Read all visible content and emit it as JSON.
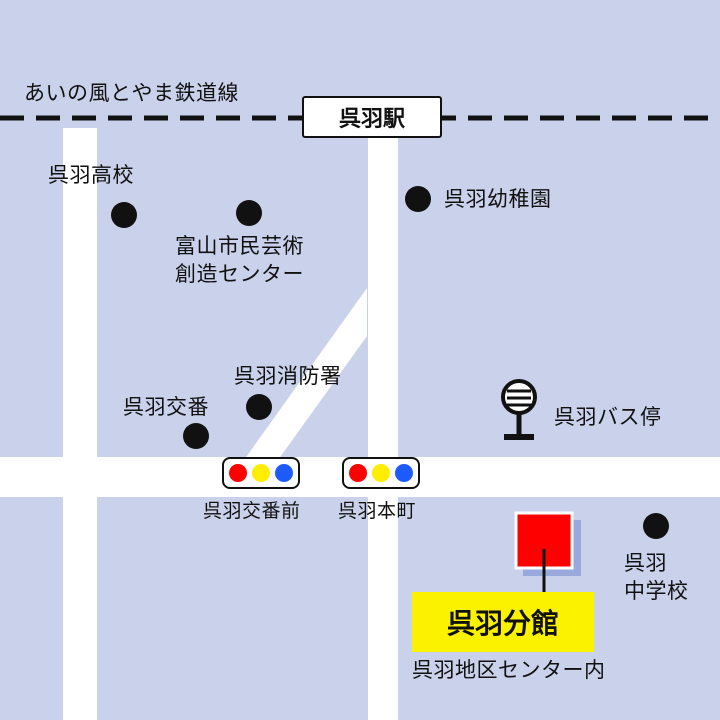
{
  "railway": {
    "label": "あいの風とやま鉄道線"
  },
  "station": {
    "label": "呉羽駅"
  },
  "landmarks": {
    "high_school": "呉羽高校",
    "folk_art_center": "富山市民芸術\n創造センター",
    "kindergarten": "呉羽幼稚園",
    "fire_station": "呉羽消防署",
    "police_box": "呉羽交番",
    "bus_stop": "呉羽バス停",
    "junior_high": "呉羽\n中学校"
  },
  "signals": [
    {
      "label": "呉羽交番前"
    },
    {
      "label": "呉羽本町"
    }
  ],
  "destination": {
    "label": "呉羽分館",
    "note": "呉羽地区センター内"
  },
  "colors": {
    "map_bg": "#c9d2ea",
    "road": "#ffffff",
    "rail": "#111111",
    "marker": "#111111",
    "destination_marker": "#ff0000",
    "destination_shadow": "#9aa9dc",
    "highlight": "#fbf200",
    "signal_red": "#ff0000",
    "signal_yellow": "#ffee00",
    "signal_blue": "#1e5bff"
  },
  "icons": {
    "poi": "black-dot-icon",
    "bus": "bus-stop-icon",
    "signal": "traffic-light-icon",
    "destination": "red-square-marker-icon"
  }
}
